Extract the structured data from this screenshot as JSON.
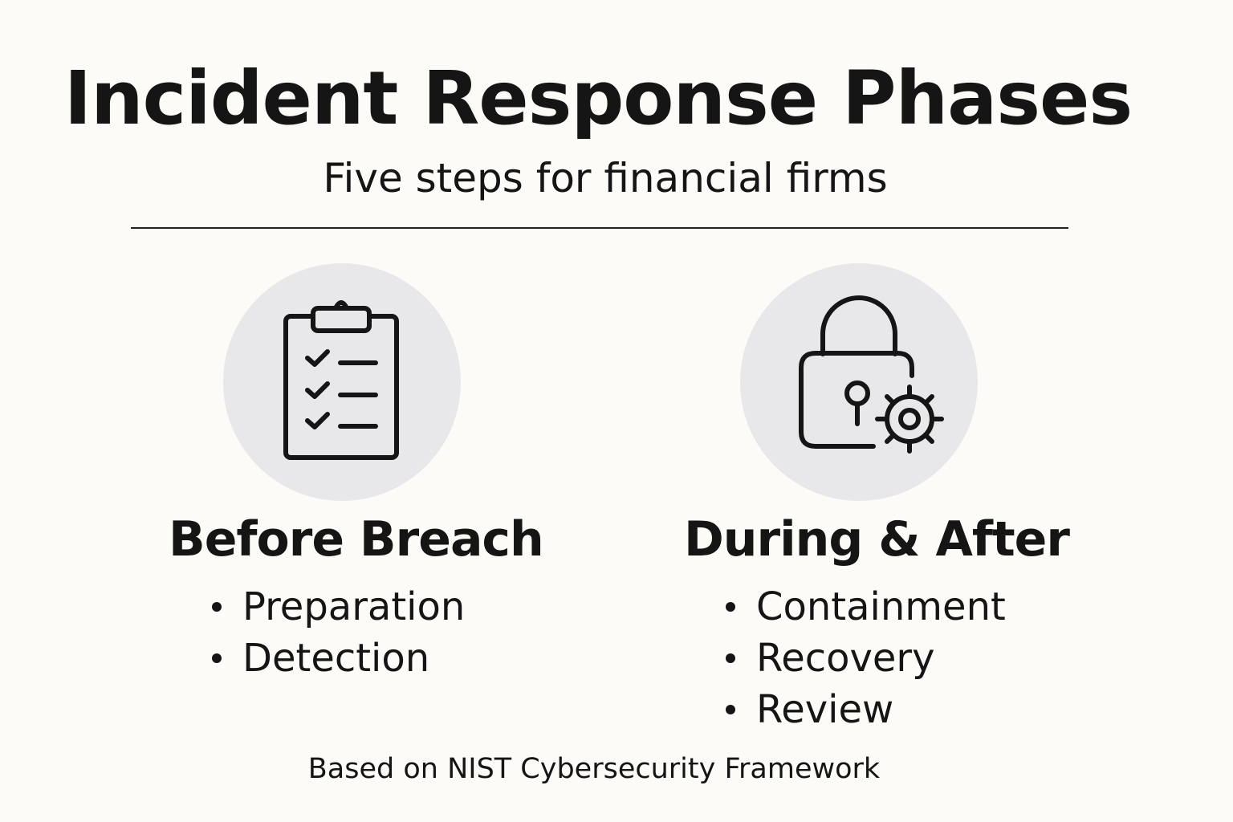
{
  "header": {
    "title": "Incident Response Phases",
    "subtitle": "Five steps for financial firms"
  },
  "columns": [
    {
      "icon": "clipboard-checklist-icon",
      "heading": "Before Breach",
      "items": [
        "Preparation",
        "Detection"
      ]
    },
    {
      "icon": "padlock-gear-icon",
      "heading": "During & After",
      "items": [
        "Containment",
        "Recovery",
        "Review"
      ]
    }
  ],
  "footer": {
    "note": "Based on NIST Cybersecurity Framework"
  },
  "colors": {
    "background": "#fcfbf8",
    "text": "#151515",
    "icon_circle": "#e8e7e9"
  }
}
